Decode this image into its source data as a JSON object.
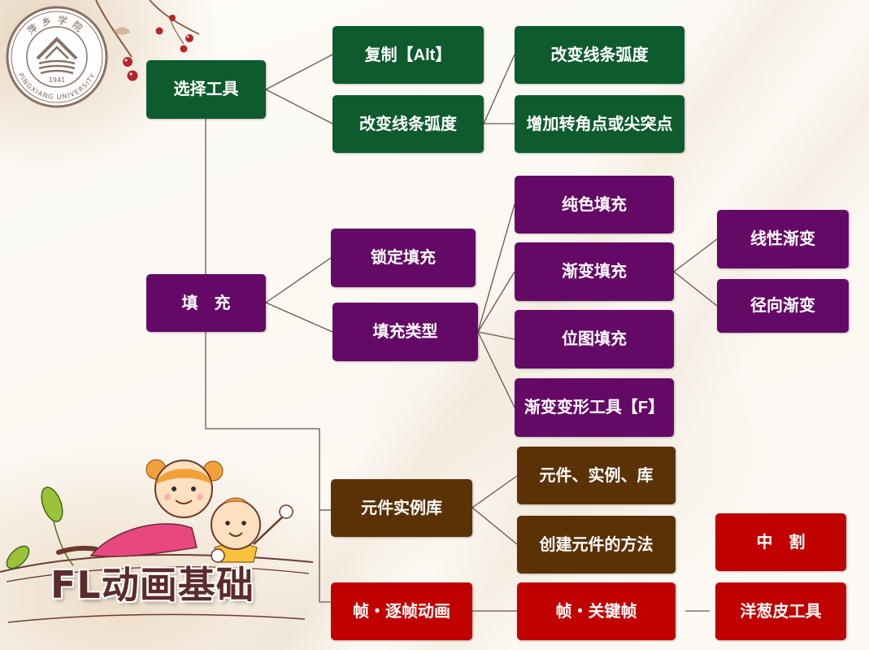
{
  "slide_title": "FL动画基础",
  "seal": {
    "name_cn": "萍乡学院",
    "name_en": "PINGXIANG UNIVERSITY",
    "year": "1941"
  },
  "colors": {
    "green": "#0e5b2d",
    "purple": "#640a66",
    "brown": "#5b3106",
    "red": "#c10000",
    "connector": "#6e5252",
    "title": "#5c2b2b"
  },
  "icons": {
    "seal": "university-seal-icon",
    "branch": "berry-branch-icon",
    "kids": "cartoon-kids-icon"
  },
  "mindmap": {
    "selection": {
      "label": "选择工具",
      "children": [
        {
          "label": "复制【Alt】"
        },
        {
          "label": "改变线条弧度",
          "children": [
            {
              "label": "改变线条弧度"
            },
            {
              "label": "增加转角点或尖突点"
            }
          ]
        }
      ]
    },
    "fill": {
      "label": "填　充",
      "children": [
        {
          "label": "锁定填充"
        },
        {
          "label": "填充类型",
          "children": [
            {
              "label": "纯色填充"
            },
            {
              "label": "渐变填充",
              "children": [
                {
                  "label": "线性渐变"
                },
                {
                  "label": "径向渐变"
                }
              ]
            },
            {
              "label": "位图填充"
            },
            {
              "label": "渐变变形工具【F】"
            }
          ]
        }
      ]
    },
    "symbol": {
      "label": "元件实例库",
      "children": [
        {
          "label": "元件、实例、库"
        },
        {
          "label": "创建元件的方法"
        }
      ]
    },
    "frame": {
      "label": "帧・逐帧动画",
      "children": [
        {
          "label": "帧・关键帧",
          "children": [
            {
              "label": "洋葱皮工具"
            }
          ]
        }
      ]
    },
    "tween": {
      "label": "中　割"
    }
  }
}
